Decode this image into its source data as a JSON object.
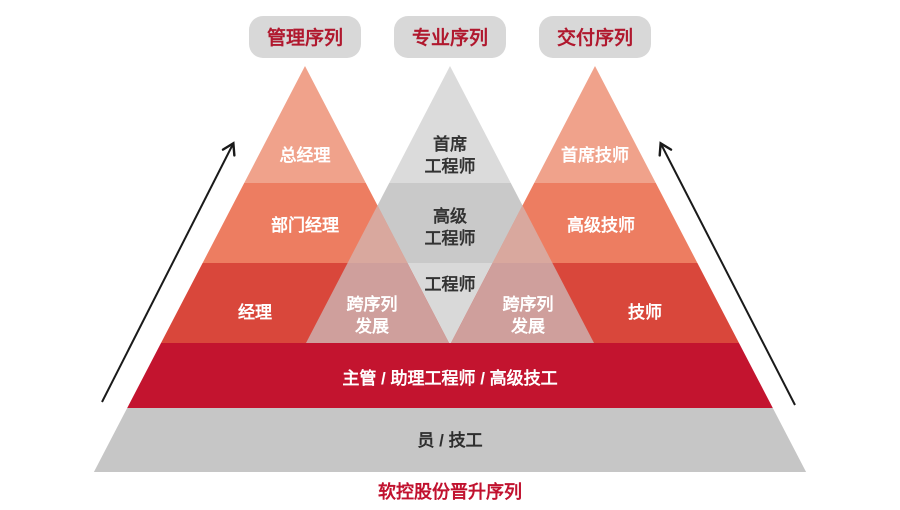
{
  "header": {
    "pills": [
      {
        "label": "管理序列"
      },
      {
        "label": "专业序列"
      },
      {
        "label": "交付序列"
      }
    ]
  },
  "pyramids": {
    "management": {
      "level1": "总经理",
      "level2": "部门经理",
      "level3": "经理"
    },
    "professional": {
      "level1_line1": "首席",
      "level1_line2": "工程师",
      "level2_line1": "高级",
      "level2_line2": "工程师",
      "level3": "工程师"
    },
    "delivery": {
      "level1": "首席技师",
      "level2": "高级技师",
      "level3": "技师"
    }
  },
  "cross_development": {
    "line1": "跨序列",
    "line2": "发展"
  },
  "shared_bands": {
    "supervisor": "主管 / 助理工程师 / 高级技工",
    "staff": "员 / 技工"
  },
  "caption": "软控股份晋升序列",
  "colors": {
    "salmon_light": "#F0A28B",
    "salmon_mid": "#ED7D61",
    "red": "#D9473B",
    "crimson": "#C3142F",
    "gray_light": "#DBDBDB",
    "gray_mid": "#C9C9C9",
    "gray_v": "#D9D9D9",
    "gray_band": "#C6C6C6",
    "overlap_upper": "#D9A89E",
    "overlap_lower": "#CF9F9C",
    "pill_bg": "#D8D8D8",
    "pill_text": "#B0182E",
    "caption_text": "#C1122F",
    "arrow": "#1A1A1A"
  }
}
